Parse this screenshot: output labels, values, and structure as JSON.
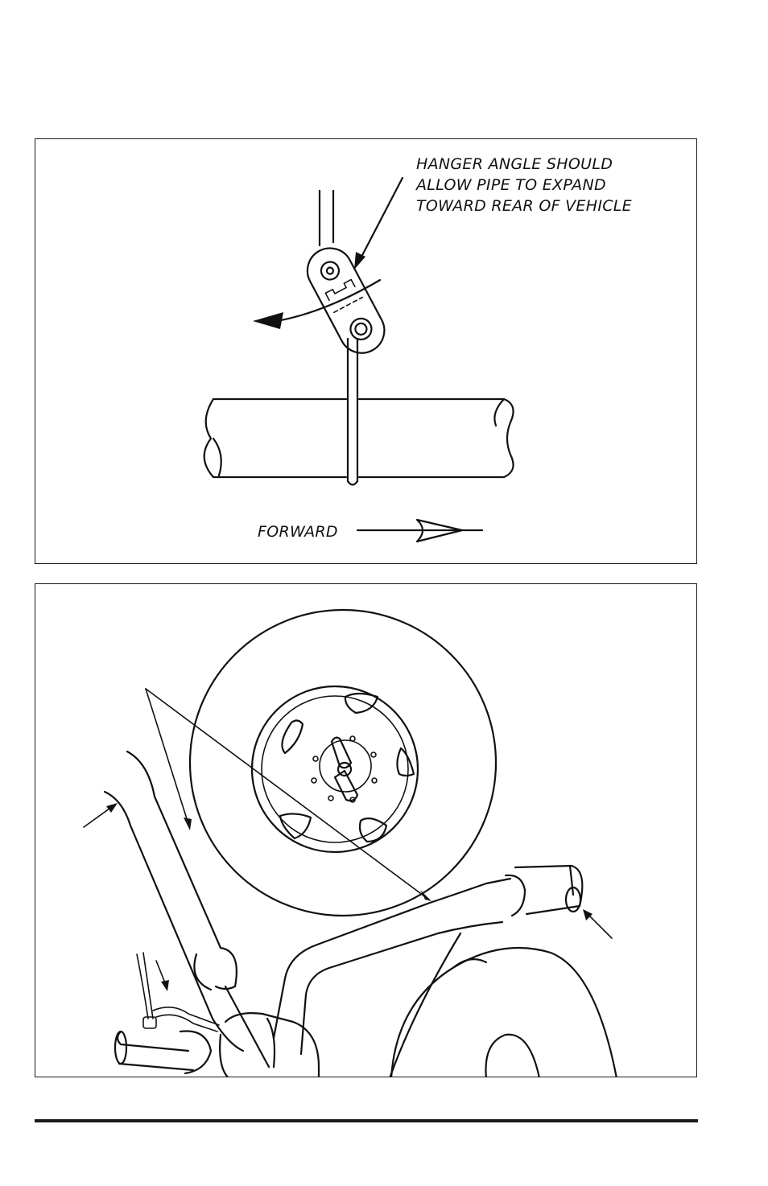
{
  "figure1": {
    "note_lines": [
      "HANGER ANGLE SHOULD",
      "ALLOW PIPE TO EXPAND",
      "TOWARD REAR OF VEHICLE"
    ],
    "direction_label": "FORWARD"
  },
  "figure2": {},
  "colors": {
    "ink": "#111111",
    "paper": "#ffffff"
  }
}
